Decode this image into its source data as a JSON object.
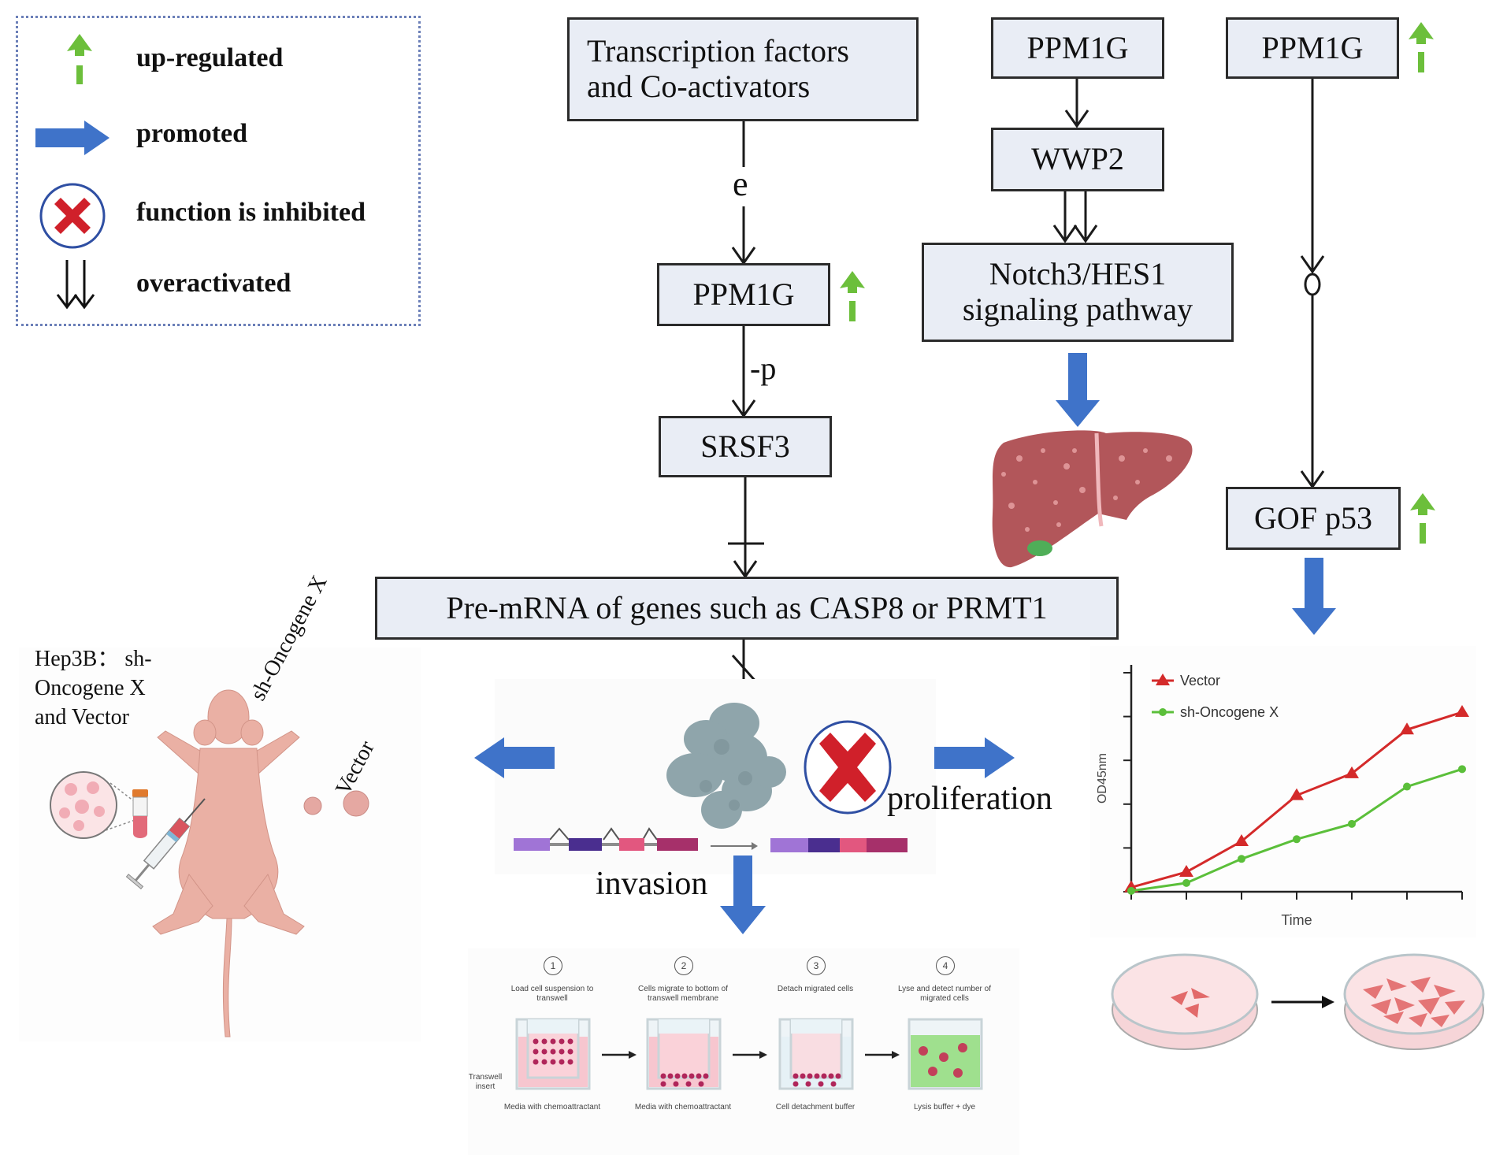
{
  "legend": {
    "items": [
      {
        "icon": "green-dashed-up-arrow-icon",
        "label": "up-regulated"
      },
      {
        "icon": "blue-block-arrow-icon",
        "label": "promoted"
      },
      {
        "icon": "red-x-circle-icon",
        "label": "function is inhibited"
      },
      {
        "icon": "double-down-arrow-icon",
        "label": "overactivated"
      }
    ]
  },
  "pathway_left": {
    "tf_box": "Transcription factors\nand Co-activators",
    "tf_line1": "Transcription factors",
    "tf_line2": "and Co-activators",
    "edge_label_e": "e",
    "ppm1g": "PPM1G",
    "edge_label_p": "-p",
    "srsf3": "SRSF3",
    "premrna": "Pre-mRNA of genes such as CASP8 or PRMT1"
  },
  "pathway_middle": {
    "ppm1g": "PPM1G",
    "wwp2": "WWP2",
    "notch_line1": "Notch3/HES1",
    "notch_line2": "signaling pathway",
    "organ": "liver-icon"
  },
  "pathway_right": {
    "ppm1g": "PPM1G",
    "gof_p53": "GOF p53"
  },
  "outcomes": {
    "proliferation": "proliferation",
    "invasion": "invasion"
  },
  "mouse_panel": {
    "caption_line1": "Hep3B： sh-",
    "caption_line2": "Oncogene X",
    "caption_line3": "and Vector",
    "tumor_label_1": "sh-Oncogene X",
    "tumor_label_2": "Vector"
  },
  "transwell_panel": {
    "steps": [
      {
        "num": "1",
        "title": "Load cell suspension to transwell",
        "bottom": "Media with chemoattractant",
        "side": "Transwell insert"
      },
      {
        "num": "2",
        "title": "Cells migrate to bottom of transwell membrane",
        "bottom": "Media with chemoattractant"
      },
      {
        "num": "3",
        "title": "Detach migrated cells",
        "bottom": "Cell detachment buffer"
      },
      {
        "num": "4",
        "title": "Lyse and detect number of migrated cells",
        "bottom": "Lysis buffer + dye"
      }
    ]
  },
  "colors": {
    "up_arrow": "#6cbf3b",
    "promote_arrow": "#3f73c9",
    "inhibit_x": "#d0202a",
    "inhibit_ring": "#2f4fa3",
    "box_fill": "#e9edf5",
    "vector_series": "#d42a2a",
    "sh_series": "#5bbf3a"
  },
  "chart_data": {
    "type": "line",
    "title": "",
    "xlabel": "Time",
    "ylabel": "OD45nm",
    "x": [
      0,
      1,
      2,
      3,
      4,
      5,
      6
    ],
    "xlim": [
      0,
      6
    ],
    "ylim": [
      0,
      5
    ],
    "grid": false,
    "legend_position": "top-left",
    "series": [
      {
        "name": "Vector",
        "marker": "triangle",
        "values": [
          0.1,
          0.45,
          1.15,
          2.2,
          2.7,
          3.7,
          4.1
        ]
      },
      {
        "name": "sh-Oncogene X",
        "marker": "circle",
        "values": [
          0.02,
          0.2,
          0.75,
          1.2,
          1.55,
          2.4,
          2.8
        ]
      }
    ]
  }
}
